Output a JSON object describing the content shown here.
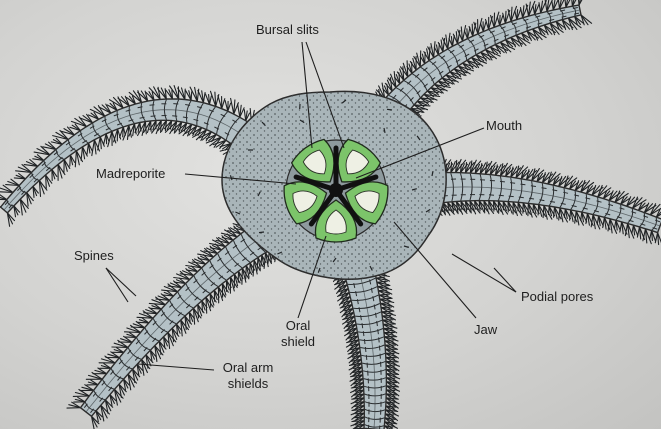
{
  "labels": {
    "bursal_slits": "Bursal slits",
    "mouth": "Mouth",
    "madreporite": "Madreporite",
    "spines": "Spines",
    "podial_pores": "Podial pores",
    "oral_shield_line1": "Oral",
    "oral_shield_line2": "shield",
    "jaw": "Jaw",
    "oral_arm_shields_line1": "Oral arm",
    "oral_arm_shields_line2": "shields"
  },
  "colors": {
    "background": "#d6d6d4",
    "arm_fill": "#b4c1c6",
    "arm_outline": "#2c2c2c",
    "disc_fill": "#a9b5b9",
    "mouth_green": "#7cc46a",
    "label_text": "#1e1e1e",
    "leader_line": "#1e1e1e"
  }
}
